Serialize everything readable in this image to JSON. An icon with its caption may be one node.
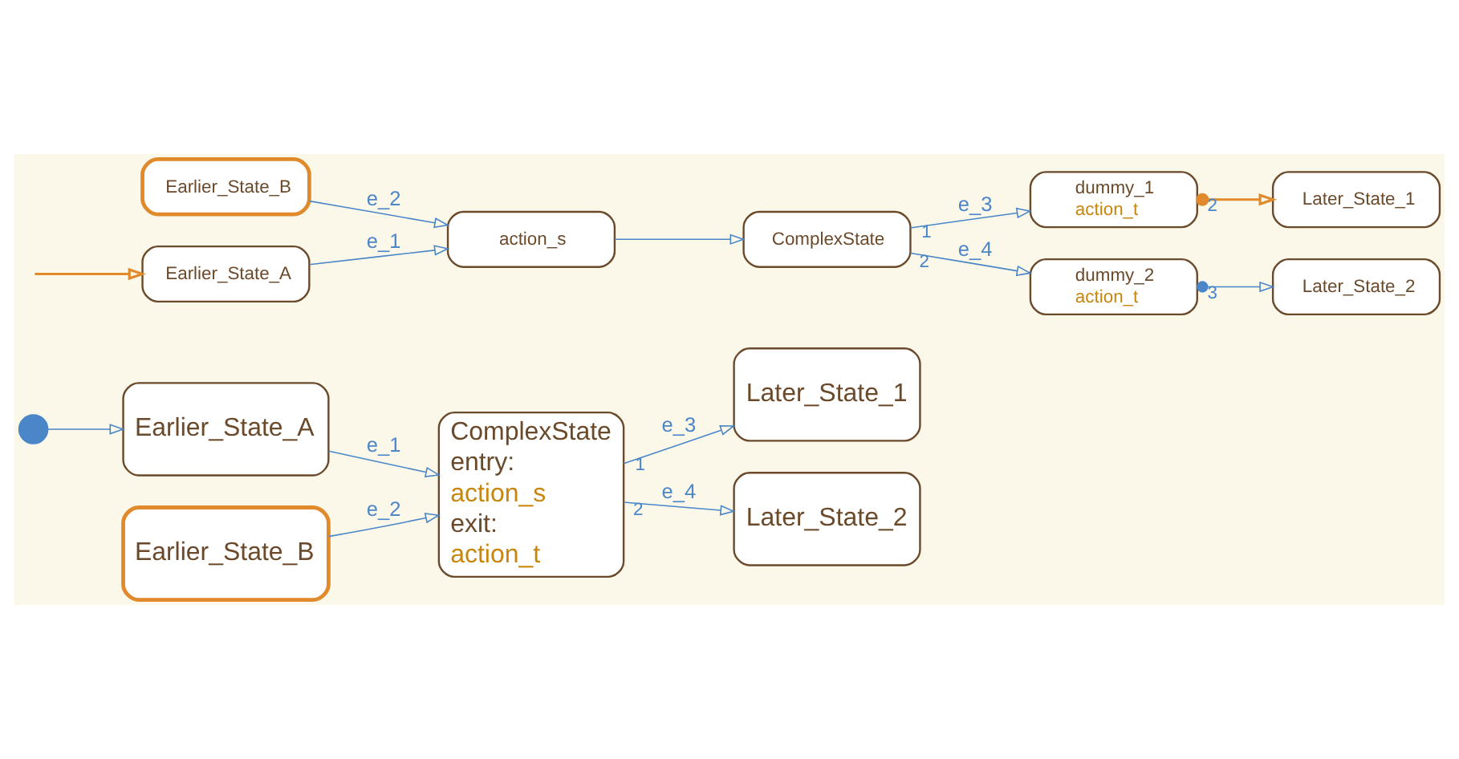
{
  "diagram": {
    "nodes": [
      {
        "text": [],
        "shape": "circle"
      },
      {
        "text": [
          "Earlier_State_A"
        ]
      },
      {
        "text": [
          "Earlier_State_B"
        ]
      },
      {
        "text": [
          "ComplexState",
          "entry:",
          "action_s",
          "exit:",
          "action_t"
        ]
      },
      {
        "text": [
          "Later_State_1"
        ]
      },
      {
        "text": [
          "Later_State_2"
        ]
      },
      {
        "text": [
          "Earlier_State_A"
        ]
      },
      {
        "text": [
          "Earlier_State_B"
        ]
      },
      {
        "text": [
          "action_s"
        ]
      },
      {
        "text": [
          "ComplexState"
        ]
      },
      {
        "text": [
          "dummy_1",
          "action_t"
        ]
      },
      {
        "text": [
          "dummy_2",
          "action_t"
        ]
      },
      {
        "text": [
          "Later_State_1"
        ]
      },
      {
        "text": [
          "Later_State_2"
        ]
      }
    ],
    "edges": [
      {
        "from": 0,
        "to": 1,
        "arrow": "to"
      },
      {
        "from": 1,
        "to": 3,
        "arrow": "to",
        "label": "e_1"
      },
      {
        "from": 2,
        "to": 3,
        "arrow": "to",
        "label": "e_2"
      },
      {
        "from": 3,
        "to": 4,
        "arrow": "to",
        "label": "e_3"
      },
      {
        "from": 3,
        "to": 5,
        "arrow": "to",
        "label": "e_4"
      },
      {
        "from": null,
        "to": 6,
        "arrow": "to",
        "color": "#e08a2c"
      },
      {
        "from": 6,
        "to": 8,
        "arrow": "to",
        "label": "e_1"
      },
      {
        "from": 7,
        "to": 8,
        "arrow": "to",
        "label": "e_2"
      },
      {
        "from": 8,
        "to": 9,
        "arrow": "to"
      },
      {
        "from": 9,
        "to": 10,
        "arrow": "to",
        "label": "e_3"
      },
      {
        "from": 9,
        "to": 11,
        "arrow": "to",
        "label": "e_4"
      },
      {
        "from": 10,
        "to": 12,
        "arrow": "to",
        "color": "#e08a2c"
      },
      {
        "from": 11,
        "to": 13,
        "arrow": "to"
      }
    ],
    "labels": [
      "1",
      "2",
      "1",
      "2",
      "2",
      "3"
    ]
  }
}
